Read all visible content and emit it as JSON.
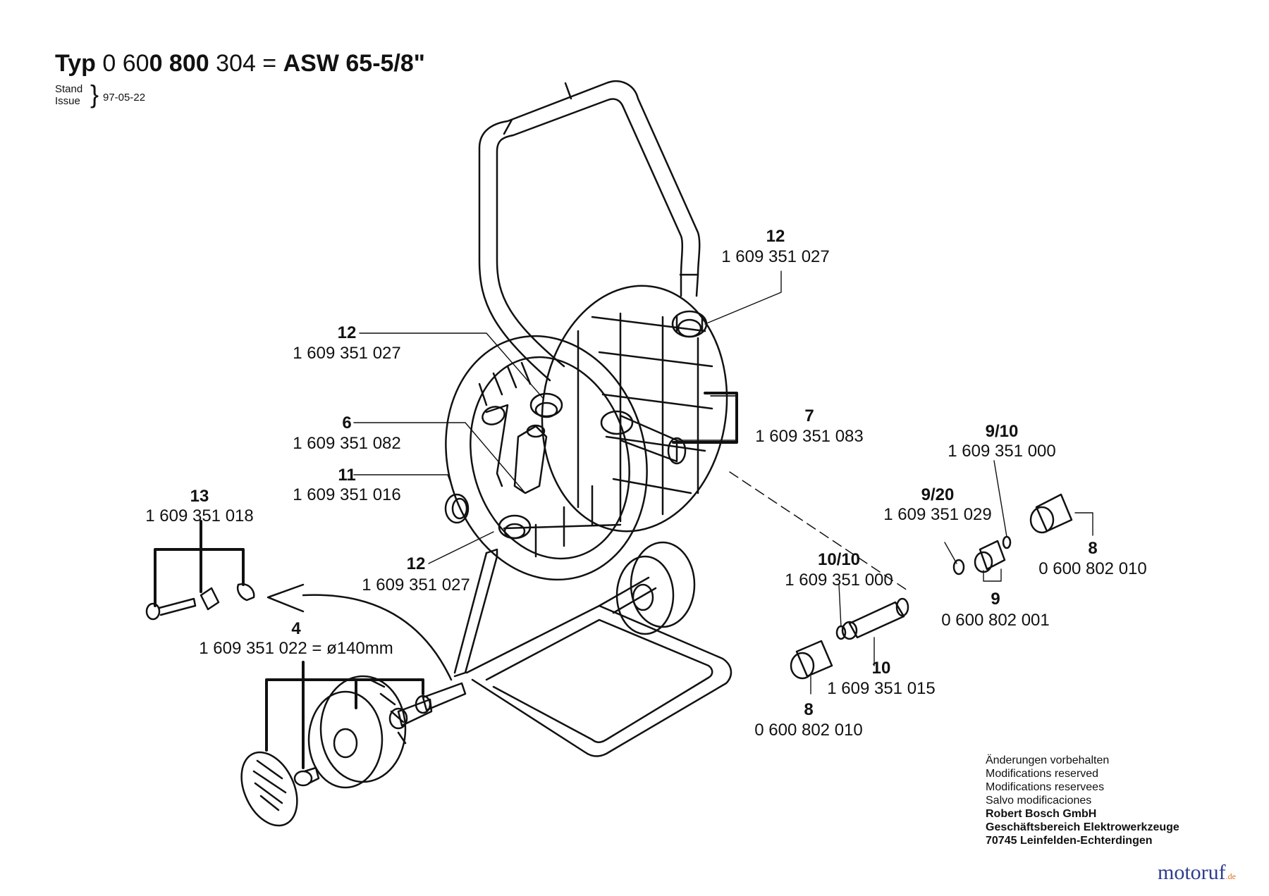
{
  "header": {
    "title_prefix": "Typ",
    "title_num_a": "0 60",
    "title_num_b": "0 800",
    "title_num_c": "304 =",
    "title_model": "ASW 65-5/8\"",
    "stand_label": "Stand",
    "issue_label": "Issue",
    "date": "97-05-22"
  },
  "parts": [
    {
      "id": "12a",
      "number": "12",
      "code": "1 609 351 027"
    },
    {
      "id": "12b",
      "number": "12",
      "code": "1 609 351 027"
    },
    {
      "id": "12c",
      "number": "12",
      "code": "1 609 351 027"
    },
    {
      "id": "6",
      "number": "6",
      "code": "1 609 351 082"
    },
    {
      "id": "11",
      "number": "11",
      "code": "1 609 351 016"
    },
    {
      "id": "13",
      "number": "13",
      "code": "1 609 351 018"
    },
    {
      "id": "4",
      "number": "4",
      "code": "1 609 351 022 = ø140mm"
    },
    {
      "id": "7",
      "number": "7",
      "code": "1 609 351 083"
    },
    {
      "id": "9-10",
      "number": "9/10",
      "code": "1 609 351 000"
    },
    {
      "id": "9-20",
      "number": "9/20",
      "code": "1 609 351 029"
    },
    {
      "id": "8a",
      "number": "8",
      "code": "0 600 802 010"
    },
    {
      "id": "9",
      "number": "9",
      "code": "0 600 802 001"
    },
    {
      "id": "10-10",
      "number": "10/10",
      "code": "1 609 351 000"
    },
    {
      "id": "10",
      "number": "10",
      "code": "1 609 351 015"
    },
    {
      "id": "8b",
      "number": "8",
      "code": "0 600 802 010"
    }
  ],
  "notes": [
    "Änderungen vorbehalten",
    "Modifications reserved",
    "Modifications reservees",
    "Salvo modificaciones"
  ],
  "company": [
    "Robert Bosch GmbH",
    "Geschäftsbereich Elektrowerkzeuge",
    "70745 Leinfelden-Echterdingen"
  ],
  "watermark": {
    "main": "motoruf",
    "tld": ".de"
  }
}
